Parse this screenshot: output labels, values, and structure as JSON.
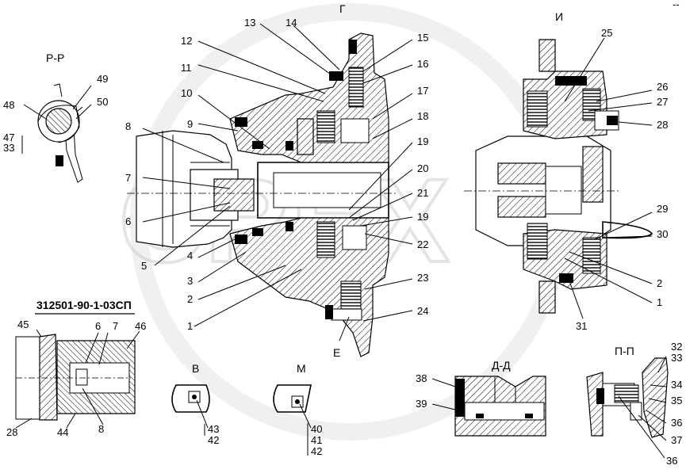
{
  "sections": {
    "main": "Г",
    "right": "И",
    "pp_left": "Р-Р",
    "b": "В",
    "m": "М",
    "dd": "Д-Д",
    "pp": "П-П",
    "e": "Е",
    "dash_top": "--"
  },
  "assembly_code": "312501-90-1-03СП",
  "watermark": "CREX",
  "labels": {
    "l1": "1",
    "l2": "2",
    "l3": "3",
    "l4": "4",
    "l5": "5",
    "l6": "6",
    "l7": "7",
    "l8": "8",
    "l9": "9",
    "l10": "10",
    "l11": "11",
    "l12": "12",
    "l13": "13",
    "l14": "14",
    "l15": "15",
    "l16": "16",
    "l17": "17",
    "l18": "18",
    "l19": "19",
    "l19b": "19",
    "l20": "20",
    "l21": "21",
    "l22": "22",
    "l23": "23",
    "l24": "24",
    "r25": "25",
    "r26": "26",
    "r27": "27",
    "r28": "28",
    "r29": "29",
    "r30": "30",
    "r2": "2",
    "r1": "1",
    "r31": "31",
    "p48": "48",
    "p49": "49",
    "p50": "50",
    "p47": "47",
    "p33": "33",
    "d45": "45",
    "d6": "6",
    "d7": "7",
    "d46": "46",
    "d28": "28",
    "d44": "44",
    "d8": "8",
    "b43": "43",
    "b42": "42",
    "m40": "40",
    "m41": "41",
    "m42": "42",
    "dd38": "38",
    "dd39": "39",
    "pp32": "32",
    "pp33": "33",
    "pp34": "34",
    "pp35": "35",
    "pp36": "36",
    "pp37": "37",
    "pp36b": "36"
  }
}
